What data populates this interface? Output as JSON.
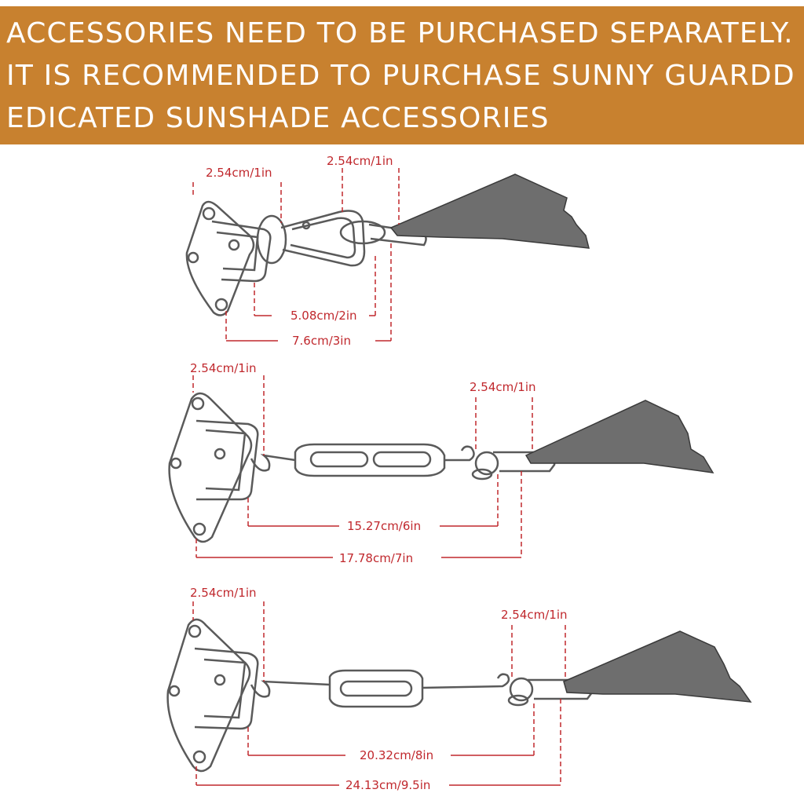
{
  "banner": {
    "line1": "ACCESSORIES NEED TO BE PURCHASED SEPARATELY.",
    "line2": "IT IS RECOMMENDED TO PURCHASE SUNNY GUARDD",
    "line3": "EDICATED SUNSHADE ACCESSORIES"
  },
  "kit1": {
    "pad_eye_width": "2.54cm/1in",
    "hook_width": "2.54cm/1in",
    "inner_length": "5.08cm/2in",
    "total_length": "7.6cm/3in"
  },
  "kit2": {
    "pad_eye_width": "2.54cm/1in",
    "hook_width": "2.54cm/1in",
    "inner_length": "15.27cm/6in",
    "total_length": "17.78cm/7in"
  },
  "kit3": {
    "pad_eye_width": "2.54cm/1in",
    "hook_width": "2.54cm/1in",
    "inner_length": "20.32cm/8in",
    "total_length": "24.13cm/9.5in"
  },
  "colors": {
    "banner_bg": "#c8812f",
    "dimension_red": "#c0282d",
    "sail_gray": "#6e6e6e",
    "hardware_outline": "#5a5a5a"
  }
}
